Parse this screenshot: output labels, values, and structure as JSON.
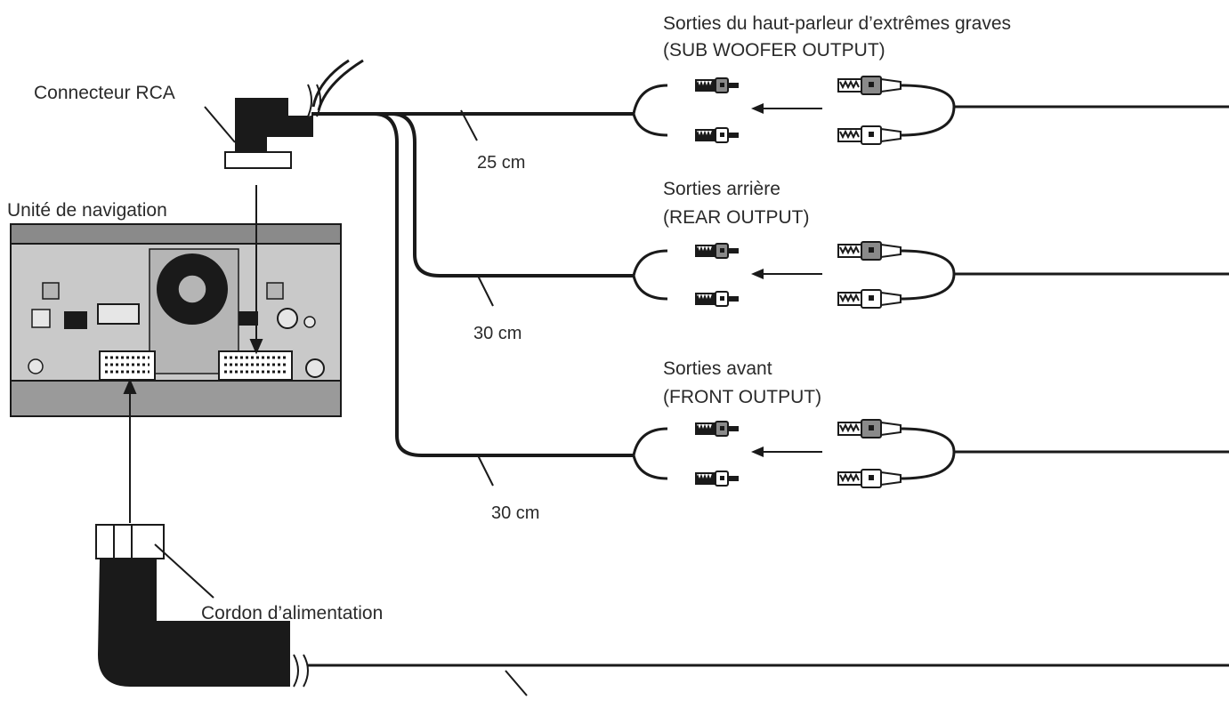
{
  "labels": {
    "rca_connector": "Connecteur RCA",
    "nav_unit": "Unité de navigation",
    "power_cord": "Cordon d’alimentation",
    "sub_title": "Sorties du haut-parleur d’extrêmes graves",
    "sub_sub": "(SUB WOOFER OUTPUT)",
    "rear_title": "Sorties arrière",
    "rear_sub": "(REAR OUTPUT)",
    "front_title": "Sorties avant",
    "front_sub": "(FRONT OUTPUT)",
    "len_sub": "25 cm",
    "len_rear": "30 cm",
    "len_front": "30 cm"
  },
  "colors": {
    "line": "#1a1a1a",
    "unit_bg": "#c9c9c9",
    "unit_dark": "#8a8a8a",
    "plug_gray": "#8a8a8a",
    "plug_white": "#ffffff"
  }
}
